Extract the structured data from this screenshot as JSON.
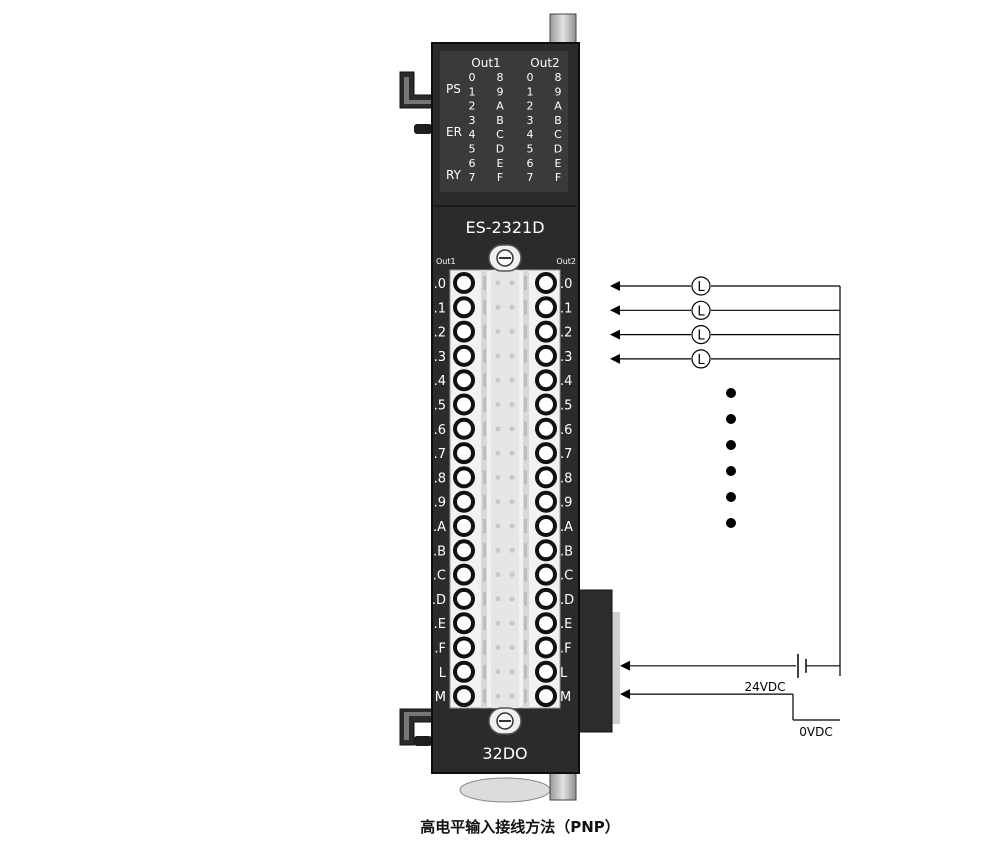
{
  "module": {
    "model": "ES-2321D",
    "type_label": "32DO",
    "led_panel": {
      "col_headers": [
        "Out1",
        "Out2"
      ],
      "status_labels": [
        "PS",
        "ER",
        "RY"
      ],
      "rows": [
        [
          "0",
          "8",
          "0",
          "8"
        ],
        [
          "1",
          "9",
          "1",
          "9"
        ],
        [
          "2",
          "A",
          "2",
          "A"
        ],
        [
          "3",
          "B",
          "3",
          "B"
        ],
        [
          "4",
          "C",
          "4",
          "C"
        ],
        [
          "5",
          "D",
          "5",
          "D"
        ],
        [
          "6",
          "E",
          "6",
          "E"
        ],
        [
          "7",
          "F",
          "7",
          "F"
        ]
      ]
    },
    "terminal_headers": {
      "left": "Out1",
      "right": "Out2"
    },
    "terminal_labels": {
      "left": [
        ".0",
        ".1",
        ".2",
        ".3",
        ".4",
        ".5",
        ".6",
        ".7",
        ".8",
        ".9",
        ".A",
        ".B",
        ".C",
        ".D",
        ".E",
        ".F",
        "L",
        "M"
      ],
      "right": [
        ".0",
        ".1",
        ".2",
        ".3",
        ".4",
        ".5",
        ".6",
        ".7",
        ".8",
        ".9",
        ".A",
        ".B",
        ".C",
        ".D",
        ".E",
        ".F",
        "L",
        "M"
      ]
    }
  },
  "wiring": {
    "load_symbol": "L",
    "load_count": 4,
    "continuation_dots": 6,
    "supply_label": "24VDC",
    "ground_label": "0VDC"
  },
  "caption": "高电平输入接线方法（PNP）"
}
